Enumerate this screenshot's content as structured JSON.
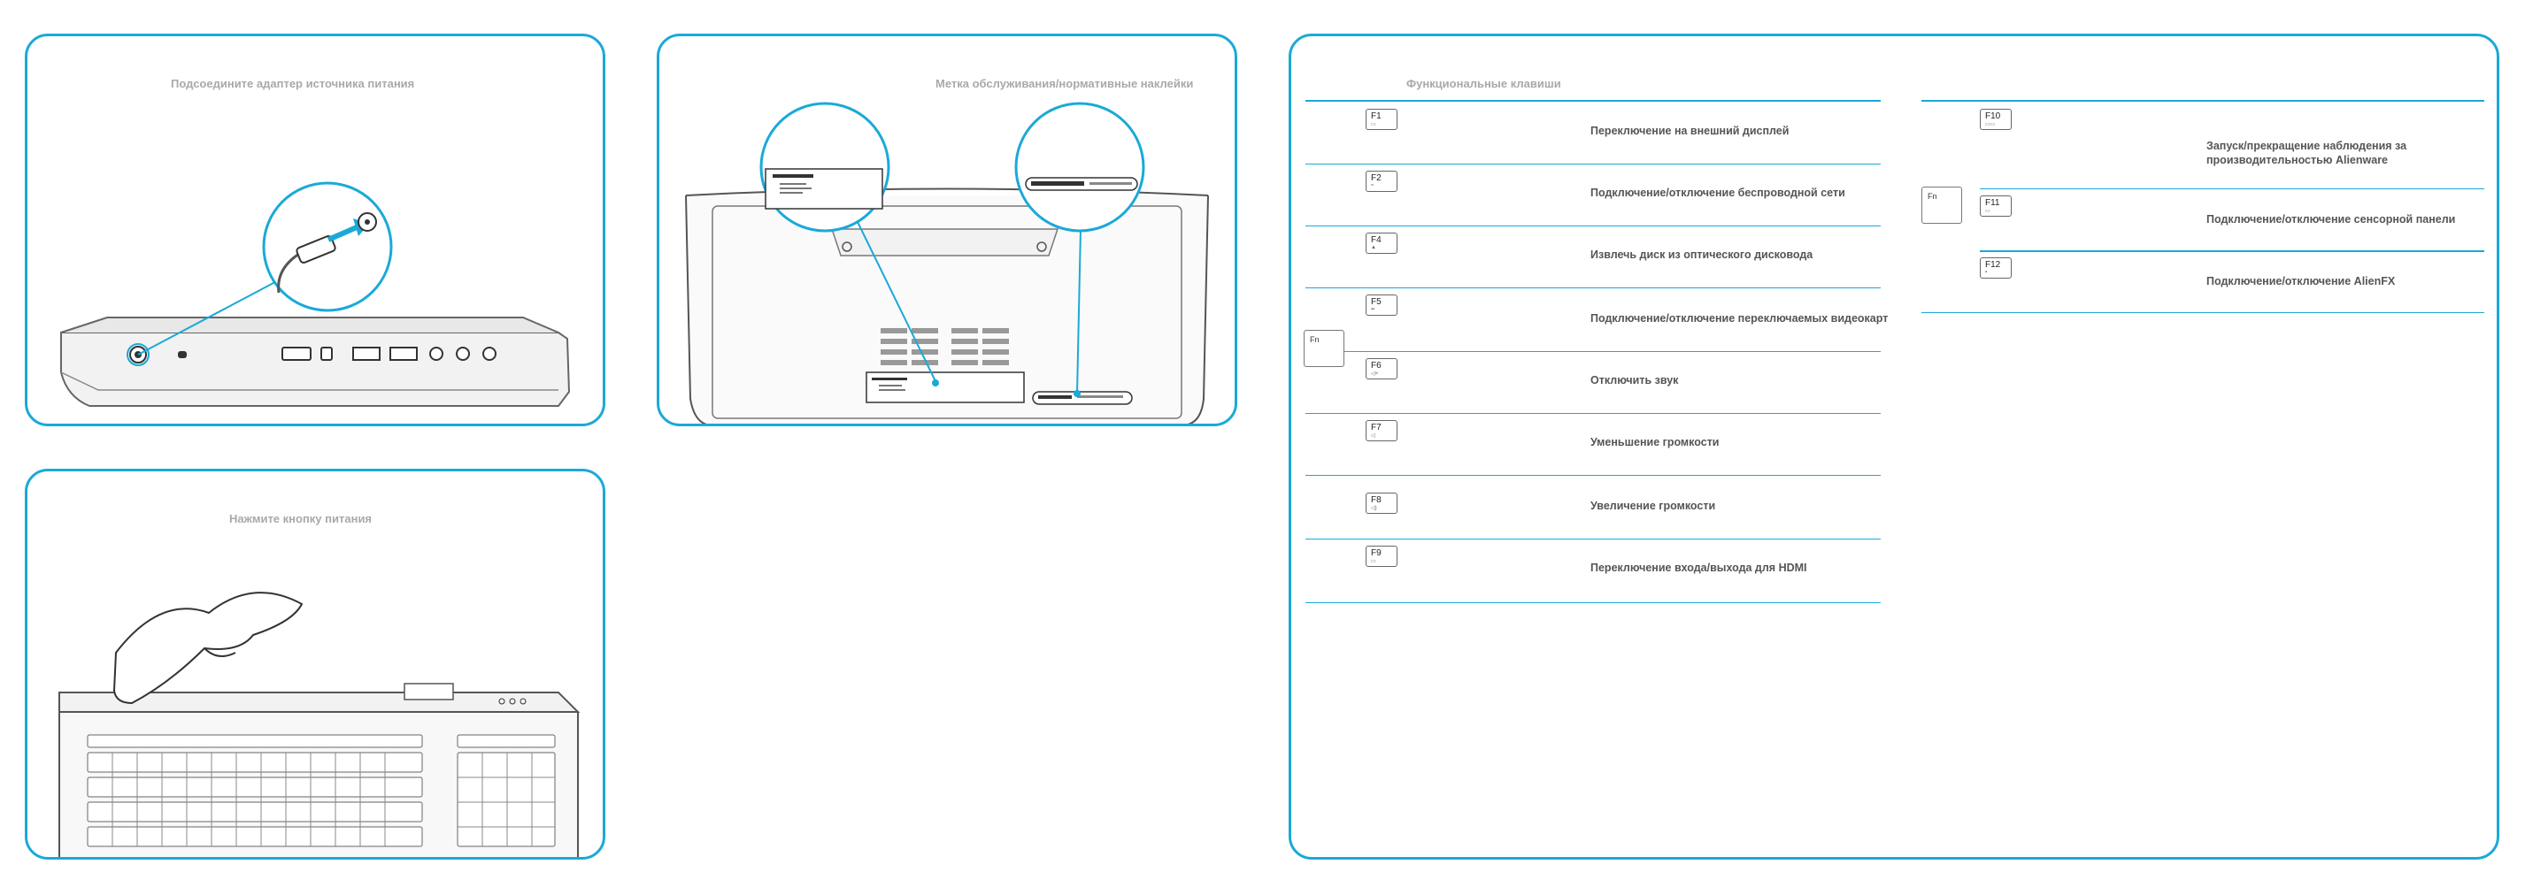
{
  "panels": {
    "adapter": {
      "title": "Подсоедините адаптер источника питания"
    },
    "labels": {
      "title": "Метка обслуживания/нормативные наклейки"
    },
    "power": {
      "title": "Нажмите кнопку питания"
    },
    "function_keys": {
      "title": "Функциональные клавиши",
      "fn_label": "Fn",
      "left_column": [
        {
          "key": "F1",
          "desc": "Переключение на внешний дисплей"
        },
        {
          "key": "F2",
          "desc": "Подключение/отключение беспроводной сети"
        },
        {
          "key": "F4",
          "desc": "Извлечь диск из оптического дисковода"
        },
        {
          "key": "F5",
          "desc": "Подключение/отключение переключаемых видеокарт"
        },
        {
          "key": "F6",
          "desc": "Отключить звук"
        },
        {
          "key": "F7",
          "desc": "Уменьшение громкости"
        },
        {
          "key": "F8",
          "desc": "Увеличение громкости"
        },
        {
          "key": "F9",
          "desc": "Переключение входа/выхода для HDMI"
        }
      ],
      "right_column": [
        {
          "key": "F10",
          "desc": "Запуск/прекращение наблюдения за производительностью Alienware"
        },
        {
          "key": "F11",
          "desc": "Подключение/отключение сенсорной панели"
        },
        {
          "key": "F12",
          "desc": "Подключение/отключение AlienFX"
        }
      ]
    }
  }
}
